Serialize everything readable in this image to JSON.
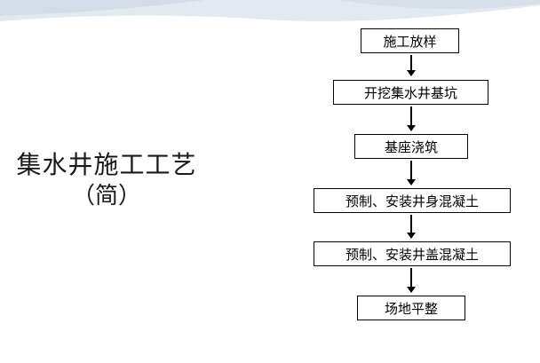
{
  "title": {
    "main": "集水井施工工艺",
    "sub": "（简）"
  },
  "flow": {
    "steps": [
      "施工放样",
      "开挖集水井基坑",
      "基座浇筑",
      "预制、安装井身混凝土",
      "预制、安装井盖混凝土",
      "场地平整"
    ]
  },
  "colors": {
    "swoop": "#dfe6ef",
    "box_border": "#000000",
    "text": "#000000"
  }
}
